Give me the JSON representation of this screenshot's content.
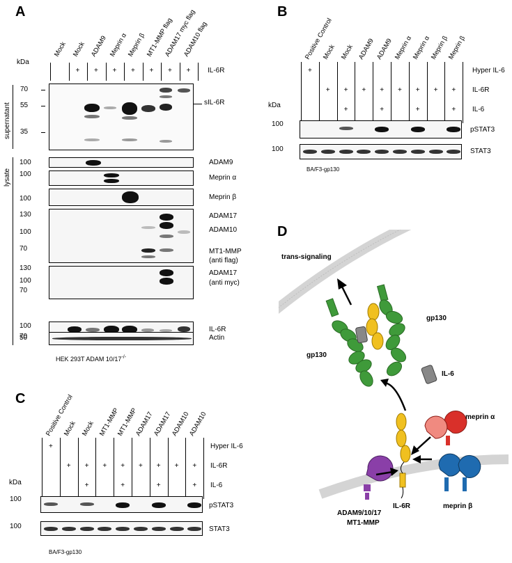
{
  "panel_A": {
    "letter": "A",
    "lanes": [
      "Mock",
      "Mock",
      "ADAM9",
      "Meprin α",
      "Meprin β",
      "MT1-MMP flag",
      "ADAM17 myc flag",
      "ADAM10 flag"
    ],
    "kda": "kDa",
    "il6r_plus": [
      "",
      "+",
      "+",
      "+",
      "+",
      "+",
      "+",
      "+"
    ],
    "il6r_label": "IL-6R",
    "supernatant_label": "supernatant",
    "lysate_label": "lysate",
    "sup_markers": [
      "70",
      "55",
      "35"
    ],
    "sup_band": "sIL-6R",
    "blot_labels": {
      "adam9": "ADAM9",
      "meprin_a": "Meprin α",
      "meprin_b": "Meprin β",
      "adam17": "ADAM17",
      "adam10": "ADAM10",
      "mt1": "MT1-MMP",
      "mt1_sub": "(anti flag)",
      "adam17b": "ADAM17",
      "adam17b_sub": "(anti myc)",
      "il6r": "IL-6R",
      "actin": "Actin"
    },
    "markers": {
      "adam9": "100",
      "meprin_a": "100",
      "meprin_b": "100",
      "b4": [
        "130",
        "100",
        "70"
      ],
      "b5": [
        "130",
        "100",
        "70"
      ],
      "il6r": [
        "100",
        "70"
      ],
      "actin": "50"
    },
    "cell_line": "HEK 293T   ADAM 10/17",
    "cell_sup": "-/-"
  },
  "panel_B": {
    "letter": "B",
    "lanes": [
      "Positive Control",
      "Mock",
      "Mock",
      "ADAM9",
      "ADAM9",
      "Meprin α",
      "Meprin α",
      "Meprin β",
      "Meprin β"
    ],
    "hyper": [
      "+",
      "",
      "",
      "",
      "",
      "",
      "",
      "",
      ""
    ],
    "il6r": [
      "",
      "+",
      "+",
      "+",
      "+",
      "+",
      "+",
      "+",
      "+"
    ],
    "il6": [
      "",
      "",
      "+",
      "",
      "+",
      "",
      "+",
      "",
      "+"
    ],
    "row_labels": [
      "Hyper IL-6",
      "IL-6R",
      "IL-6"
    ],
    "kda": "kDa",
    "markers": [
      "100",
      "100"
    ],
    "blots": [
      "pSTAT3",
      "STAT3"
    ],
    "cell_line": "BA/F3-gp130"
  },
  "panel_C": {
    "letter": "C",
    "lanes": [
      "Positive Control",
      "Mock",
      "Mock",
      "MT1-MMP",
      "MT1-MMP",
      "ADAM17",
      "ADAM17",
      "ADAM10",
      "ADAM10"
    ],
    "hyper": [
      "+",
      "",
      "",
      "",
      "",
      "",
      "",
      "",
      ""
    ],
    "il6r": [
      "",
      "+",
      "+",
      "+",
      "+",
      "+",
      "+",
      "+",
      "+"
    ],
    "il6": [
      "",
      "",
      "+",
      "",
      "+",
      "",
      "+",
      "",
      "+"
    ],
    "row_labels": [
      "Hyper IL-6",
      "IL-6R",
      "IL-6"
    ],
    "kda": "kDa",
    "markers": [
      "100",
      "100"
    ],
    "blots": [
      "pSTAT3",
      "STAT3"
    ],
    "cell_line": "BA/F3-gp130"
  },
  "panel_D": {
    "letter": "D",
    "trans": "trans-signaling",
    "gp130_right": "gp130",
    "gp130_left": "gp130",
    "il6": "IL-6",
    "meprin_a": "meprin α",
    "adam": "ADAM9/10/17",
    "mt1": "MT1-MMP",
    "il6r": "IL-6R",
    "meprin_b": "meprin β",
    "colors": {
      "gp130": "#3f9a3a",
      "il6r": "#f0c020",
      "meprin_a": "#d9302a",
      "meprin_b": "#1f6bb0",
      "adam": "#8a3fa8",
      "il6": "#888888",
      "membrane": "#cccccc"
    }
  }
}
